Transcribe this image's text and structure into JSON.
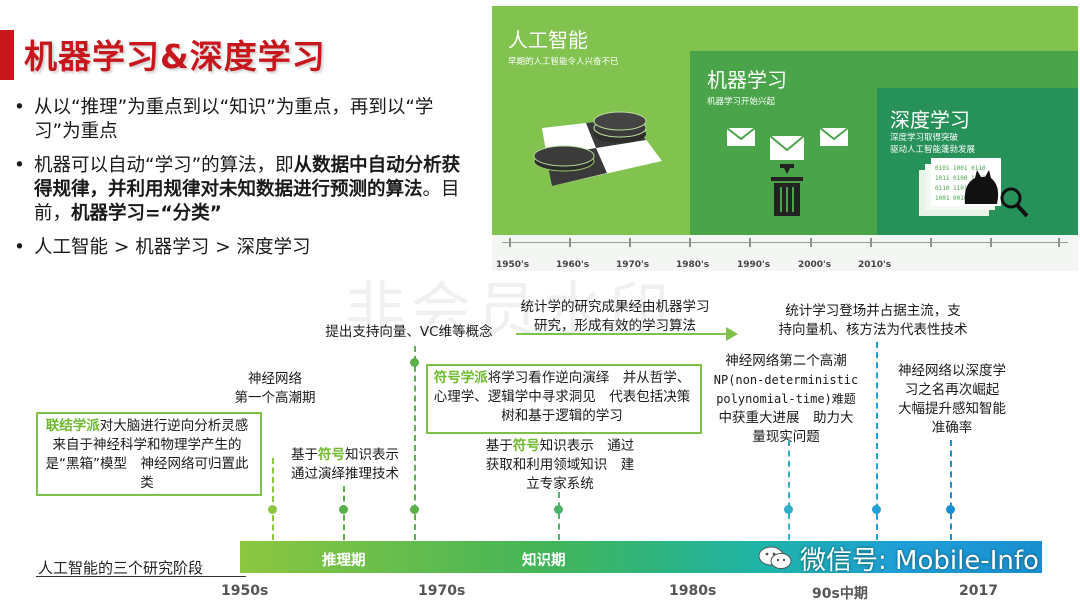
{
  "title": "机器学习&深度学习",
  "bullets": [
    {
      "text": "从以“推理”为重点到以“知识”为重点，再到以“学习”为重点"
    },
    {
      "pre": "机器可以自动“学习”的算法，即",
      "bold": "从数据中自动分析获得规律，并利用规律对未知数据进行预测的算法",
      "post": "。目前，",
      "bold2": "机器学习=“分类”"
    },
    {
      "text": "人工智能 > 机器学习 > 深度学习"
    }
  ],
  "panel": {
    "ai_heading": "人工智能",
    "ai_sub": "早期的人工智能令人兴奋不已",
    "ml_heading": "机器学习",
    "ml_sub": "机器学习开始兴起",
    "dl_heading": "深度学习",
    "dl_sub1": "深度学习取得突破",
    "dl_sub2": "驱动人工智能蓬勃发展",
    "years": [
      "1950's",
      "1960's",
      "1970's",
      "1980's",
      "1990's",
      "2000's",
      "2010's"
    ]
  },
  "watermark": "非会员水印",
  "timeline": {
    "row_label": "人工智能的三个研究阶段",
    "phases": [
      "推理期",
      "知识期"
    ],
    "years": [
      "1950s",
      "1970s",
      "1980s",
      "90s中期",
      "2017"
    ],
    "notes": {
      "connectionism_key": "联结学派",
      "connectionism_rest": "对大脑进行逆向分析灵感来自于神经科学和物理学产生的是“黑箱”模型　神经网络可归置此类",
      "nn_first_peak_1": "神经网络",
      "nn_first_peak_2": "第一个高潮期",
      "symbol_logic_pre": "基于",
      "symbol_logic_key": "符号",
      "symbol_logic_post": "知识表示",
      "symbol_logic_2": "通过演绎推理技术",
      "svm": "提出支持向量、VC维等概念",
      "symbolism_key": "符号学派",
      "symbolism_rest": "将学习看作逆向演绎　并从哲学、心理学、逻辑学中寻求洞见　代表包括决策树和基于逻辑的学习",
      "stat_1": "统计学的研究成果经由机器学习",
      "stat_2": "研究，形成有效的学习算法",
      "expert_pre": "基于",
      "expert_key": "符号",
      "expert_post": "知识表示　通过",
      "expert_2": "获取和利用领域知识　建",
      "expert_3": "立专家系统",
      "stat_main_1": "统计学习登场并占据主流，支",
      "stat_main_2": "持向量机、核方法为代表性技术",
      "nn_second_1": "神经网络第二个高潮",
      "nn_second_2": "NP(non-deterministic",
      "nn_second_3": "polynomial-time)难题",
      "nn_second_4": "中获重大进展　助力大",
      "nn_second_5": "量现实问题",
      "dl_1": "神经网络以深度学",
      "dl_2": "习之名再次崛起",
      "dl_3": "大幅提升感知智能",
      "dl_4": "准确率"
    }
  },
  "wechat": "微信号: Mobile-Info",
  "colors": {
    "title_red": "#c8161d",
    "green": "#7ec24a",
    "blue": "#1e9fd6"
  }
}
